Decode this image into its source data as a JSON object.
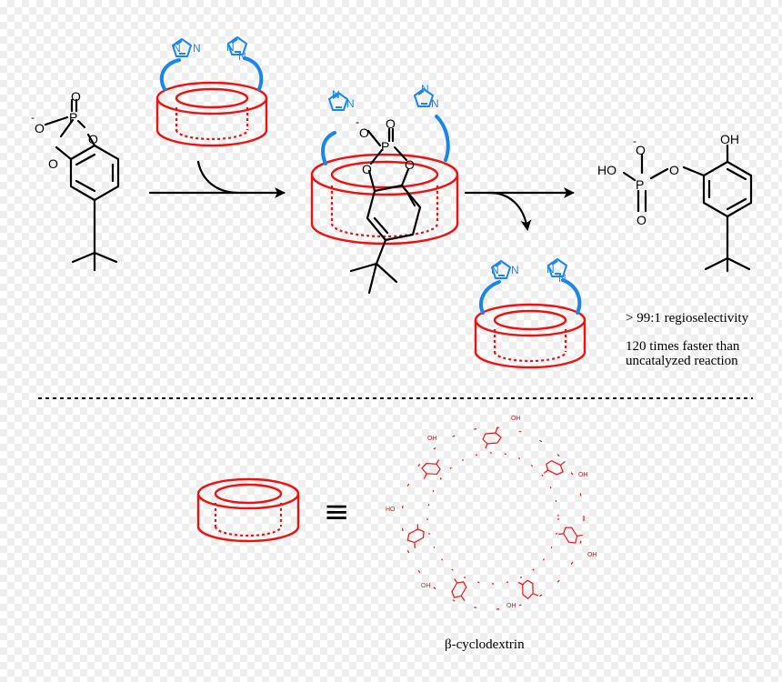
{
  "colors": {
    "cyclodextrin": "#ee1111",
    "imidazole_arm": "#1a86e8",
    "structure": "#000000"
  },
  "atoms": {
    "minus": "-",
    "oxygen": "O",
    "phosphorus": "P",
    "nitrogen": "N",
    "hydroxyl": "OH",
    "ho": "HO"
  },
  "annotations": {
    "regioselectivity": "> 99:1 regioselectivity",
    "rate_line1": "120 times faster than",
    "rate_line2": "uncatalyzed reaction",
    "equivalence_symbol": "≡",
    "cyclodextrin_name": "β-cyclodextrin"
  },
  "icons": [
    "reaction-arrow-icon",
    "release-arrow-icon",
    "cyclodextrin-torus-icon",
    "imidazole-icon"
  ]
}
